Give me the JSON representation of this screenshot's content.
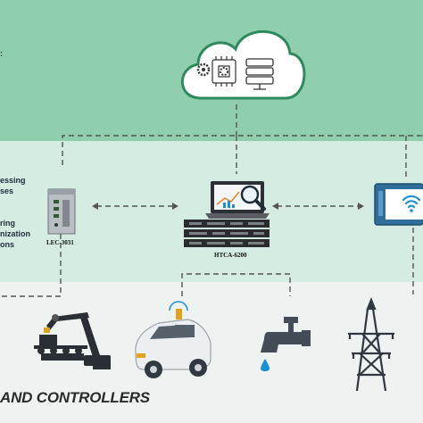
{
  "labels": {
    "top_left_fragment": ":",
    "left_line1": "essing",
    "left_line2": "ses",
    "left_line3": "ring",
    "left_line4": "nization",
    "left_line5": "ons",
    "device_left": "LEC-3031",
    "device_center": "HTCA-6200",
    "bottom_title": "AND CONTROLLERS"
  },
  "colors": {
    "top_band": "#8fcfad",
    "middle_band": "#d4ece2",
    "bottom_band": "#eef2f0",
    "cloud_outline": "#2e8a5c",
    "dashed_lines": "#555555",
    "accent_blue": "#1d8fd0"
  },
  "icons": [
    "cloud-icon",
    "cpu-icon",
    "gear-icon",
    "server-stack-icon",
    "industrial-pc-icon",
    "server-laptop-icon",
    "magnifier-icon",
    "wifi-tablet-icon",
    "robot-arm-icon",
    "car-icon",
    "water-tap-icon",
    "power-tower-icon"
  ]
}
